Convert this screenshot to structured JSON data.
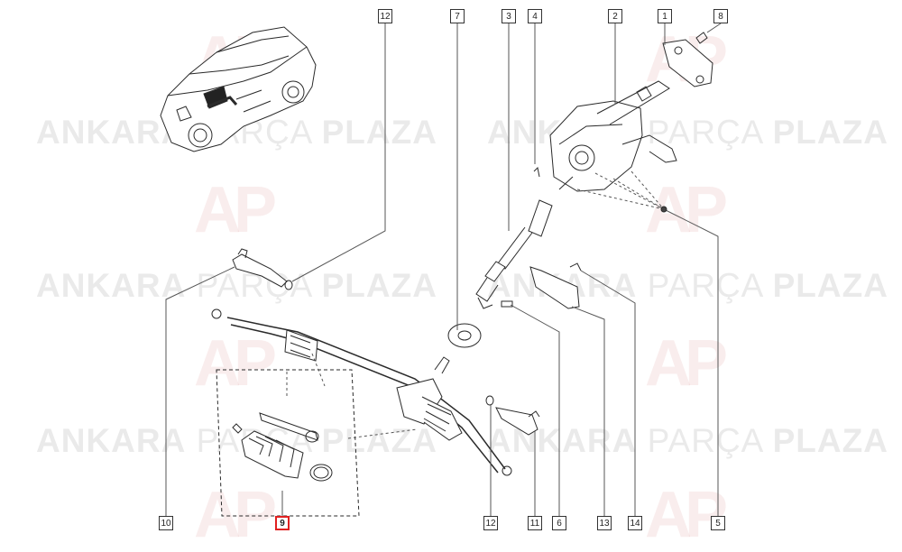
{
  "watermark": {
    "bold_1": "ANKARA",
    "light": "PARÇA",
    "bold_2": "PLAZA",
    "logo": "AP"
  },
  "callouts": [
    "1",
    "2",
    "3",
    "4",
    "5",
    "7",
    "8",
    "9",
    "10",
    "11",
    "12",
    "13",
    "14",
    "6"
  ],
  "highlight_color": "#e02020",
  "icons": [
    "car-icon",
    "steering-column-icon",
    "rack-icon",
    "tie-rod-icon",
    "boot-icon"
  ]
}
